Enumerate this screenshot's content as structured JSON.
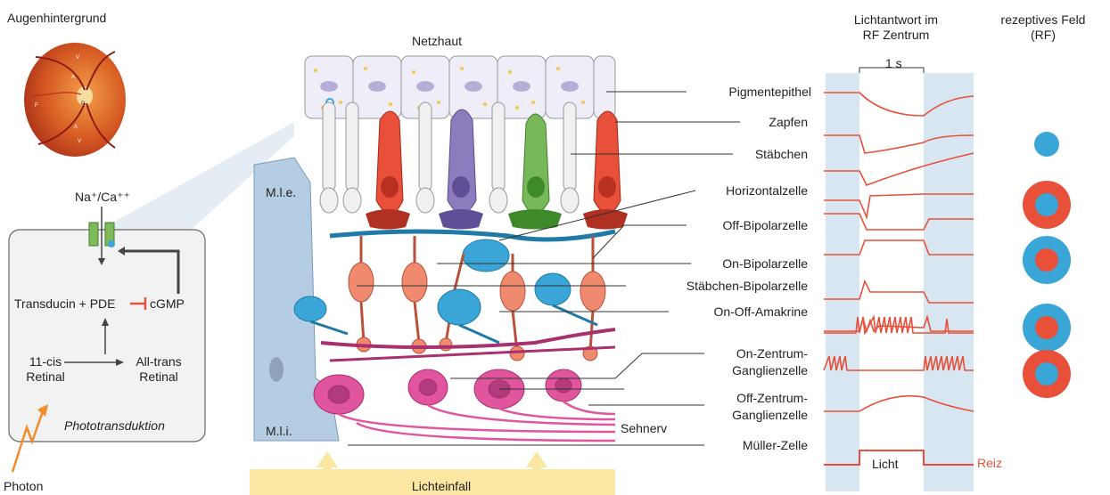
{
  "fundus": {
    "title": "Augenhintergrund",
    "marks": [
      "V",
      "A",
      "P",
      "F",
      "A",
      "V"
    ]
  },
  "phototransduction": {
    "channel": "Na⁺/Ca⁺⁺",
    "transducin": "Transducin + PDE",
    "cgmp": "cGMP",
    "cis_line1": "11-cis",
    "cis_line2": "Retinal",
    "trans_line1": "All-trans",
    "trans_line2": "Retinal",
    "caption": "Phototransduktion",
    "photon": "Photon"
  },
  "retina": {
    "title": "Netzhaut",
    "mle": "M.l.e.",
    "mli": "M.l.i.",
    "light_in": "Lichteinfall",
    "optic_nerve": "Sehnerv"
  },
  "layers": [
    "Pigmentepithel",
    "Zapfen",
    "Stäbchen",
    "Horizontalzelle",
    "Off-Bipolarzelle",
    "On-Bipolarzelle",
    "Stäbchen-Bipolarzelle",
    "On-Off-Amakrine",
    "On-Zentrum-",
    "Ganglienzelle",
    "Off-Zentrum-",
    "Ganglienzelle",
    "Müller-Zelle"
  ],
  "response": {
    "header_line1": "Lichtantwort im",
    "header_line2": "RF Zentrum",
    "time_scale": "1 s",
    "stimulus_label": "Licht",
    "reiz": "Reiz"
  },
  "rf": {
    "header_line1": "rezeptives Feld",
    "header_line2": "(RF)"
  },
  "colors": {
    "red": "#e8503a",
    "blue": "#3aa6d8",
    "pink": "#e0559e",
    "light_blue": "#d8e6f2",
    "orange": "#f28c28",
    "green": "#77b95a",
    "purple": "#8c7bbd",
    "yellow_band": "#fbe6a2"
  }
}
